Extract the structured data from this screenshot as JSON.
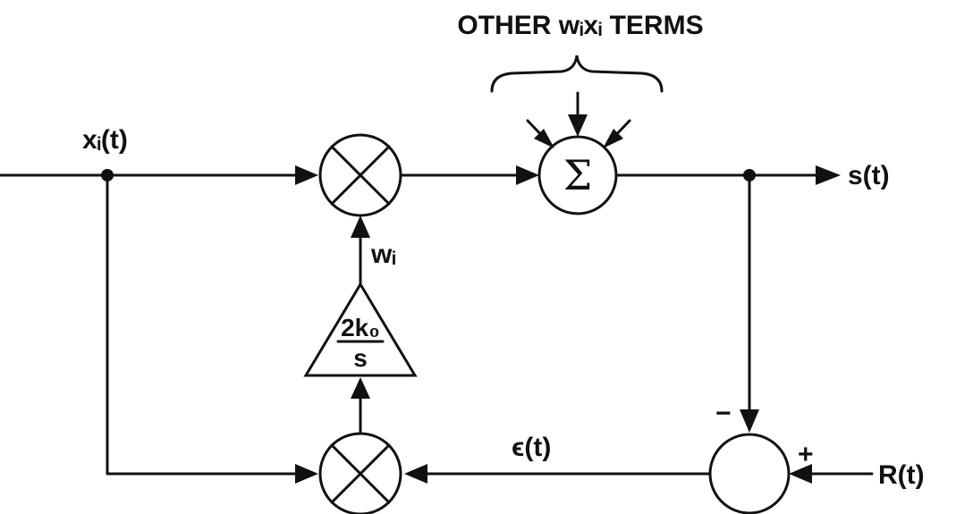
{
  "labels": {
    "header": "OTHER wᵢxᵢ TERMS",
    "input": "xᵢ(t)",
    "output": "s(t)",
    "weight": "wᵢ",
    "gain_numerator": "2k₀",
    "gain_denominator": "s",
    "error": "ϵ(t)",
    "reference": "R(t)",
    "minus_sign": "−",
    "plus_sign": "+",
    "summer_symbol": "Σ"
  }
}
